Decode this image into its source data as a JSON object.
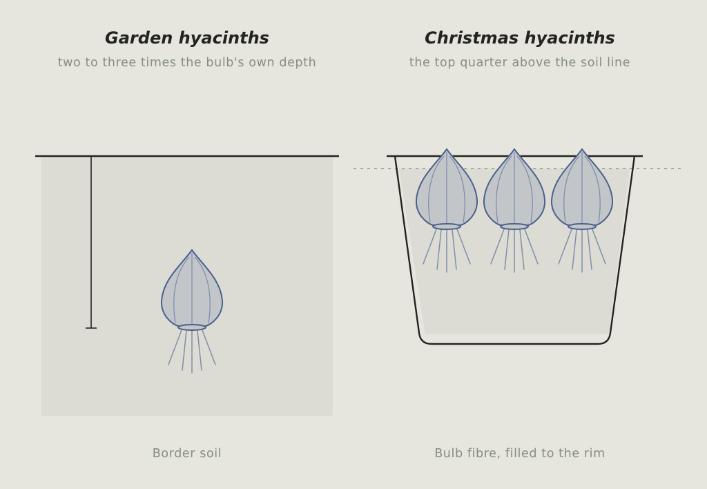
{
  "panels": [
    {
      "title": "Garden hyacinths",
      "subtitle": "two to three times the bulb's own depth",
      "caption": "Border soil"
    },
    {
      "title": "Christmas hyacinths",
      "subtitle": "the top quarter above the soil line",
      "caption": "Bulb fibre, filled to the rim"
    }
  ],
  "colors": {
    "background": "#e6e6df",
    "soil": "#dcdcd4",
    "line": "#23241f",
    "bulb_fill": "#c3c6c9",
    "bulb_stroke": "#4a5f8c",
    "root": "#7f8ea8",
    "muted_text": "#868d83"
  }
}
